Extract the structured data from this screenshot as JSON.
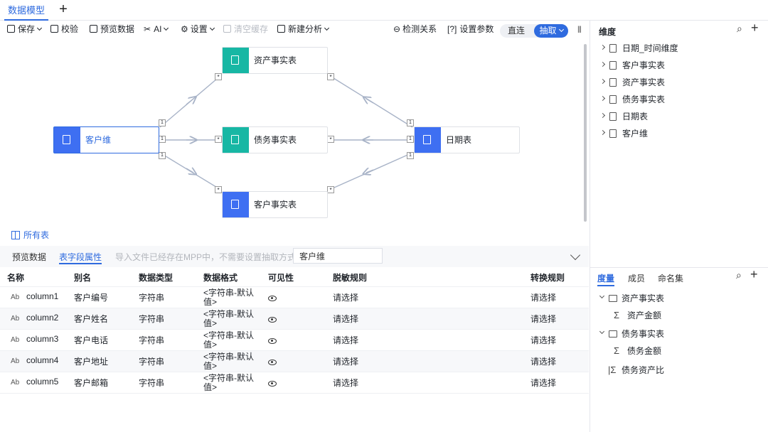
{
  "tabs": {
    "active": "数据模型",
    "add": "+"
  },
  "toolbar": {
    "save": "保存",
    "validate": "校验",
    "preview": "预览数据",
    "ai": "AI",
    "settings": "设置",
    "clear_cache": "清空缓存",
    "new_analysis": "新建分析",
    "detect": "检测关系",
    "set_params": "设置参数",
    "mode_direct": "直连",
    "mode_extract": "抽取"
  },
  "canvas": {
    "nodes": [
      "资产事实表",
      "客户维",
      "债务事实表",
      "日期表",
      "客户事实表"
    ],
    "edge_one": "1",
    "edge_many": "*",
    "colors": {
      "dimension": "#3e6ff2",
      "fact": "#17b7a4",
      "edge": "#a8b3c7"
    }
  },
  "all_tables": "所有表",
  "panel": {
    "tab_preview": "预览数据",
    "tab_fields": "表字段属性",
    "hint": "导入文件已经存在MPP中，不需要设置抽取方式",
    "selected_table": "客户维"
  },
  "table": {
    "headers": [
      "名称",
      "别名",
      "数据类型",
      "数据格式",
      "可见性",
      "脱敏规则",
      "转换规则"
    ],
    "type_icon": "Ab",
    "rows": [
      {
        "name": "column1",
        "alias": "客户编号",
        "type": "字符串",
        "format": "<字符串-默认值>",
        "mask": "请选择",
        "convert": "请选择"
      },
      {
        "name": "column2",
        "alias": "客户姓名",
        "type": "字符串",
        "format": "<字符串-默认值>",
        "mask": "请选择",
        "convert": "请选择"
      },
      {
        "name": "column3",
        "alias": "客户电话",
        "type": "字符串",
        "format": "<字符串-默认值>",
        "mask": "请选择",
        "convert": "请选择"
      },
      {
        "name": "column4",
        "alias": "客户地址",
        "type": "字符串",
        "format": "<字符串-默认值>",
        "mask": "请选择",
        "convert": "请选择"
      },
      {
        "name": "column5",
        "alias": "客户邮箱",
        "type": "字符串",
        "format": "<字符串-默认值>",
        "mask": "请选择",
        "convert": "请选择"
      }
    ]
  },
  "dimension": {
    "title": "维度",
    "items": [
      "日期_时间维度",
      "客户事实表",
      "资产事实表",
      "债务事实表",
      "日期表",
      "客户维"
    ]
  },
  "measure": {
    "tabs": [
      "度量",
      "成员",
      "命名集"
    ],
    "tree": {
      "g1": "资产事实表",
      "g1c1": "资产金额",
      "g2": "债务事实表",
      "g2c1": "债务金额",
      "calc": "债务资产比"
    }
  },
  "accent": "#2f6bdf"
}
